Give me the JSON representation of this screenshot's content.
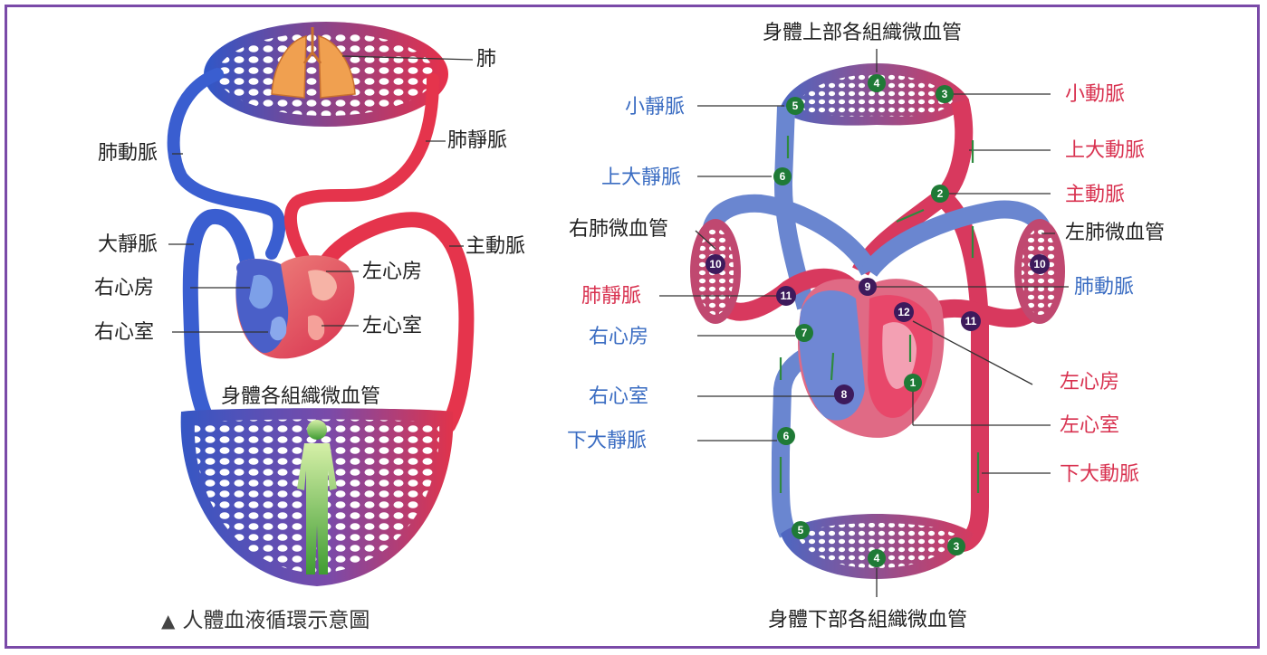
{
  "left_diagram": {
    "labels": {
      "lung": "肺",
      "pulmonary_vein": "肺靜脈",
      "pulmonary_artery": "肺動脈",
      "vena_cava": "大靜脈",
      "aorta": "主動脈",
      "right_atrium": "右心房",
      "left_atrium": "左心房",
      "right_ventricle": "右心室",
      "left_ventricle": "左心室",
      "body_capillaries": "身體各組織微血管"
    },
    "caption_marker": "▲",
    "caption": "人體血液循環示意圖"
  },
  "right_diagram": {
    "labels": {
      "upper_capillaries": "身體上部各組織微血管",
      "lower_capillaries": "身體下部各組織微血管",
      "small_vein": "小靜脈",
      "small_artery": "小動脈",
      "superior_vena_cava": "上大靜脈",
      "ascending_aorta": "上大動脈",
      "aorta": "主動脈",
      "right_lung_capillaries": "右肺微血管",
      "left_lung_capillaries": "左肺微血管",
      "pulmonary_vein": "肺靜脈",
      "pulmonary_artery": "肺動脈",
      "right_atrium": "右心房",
      "right_ventricle": "右心室",
      "left_atrium": "左心房",
      "left_ventricle": "左心室",
      "inferior_vena_cava": "下大靜脈",
      "descending_aorta": "下大動脈"
    },
    "markers": {
      "m1": "1",
      "m2": "2",
      "m3a": "3",
      "m3b": "3",
      "m4a": "4",
      "m4b": "4",
      "m5a": "5",
      "m5b": "5",
      "m6a": "6",
      "m6b": "6",
      "m7": "7",
      "m8": "8",
      "m9": "9",
      "m10a": "10",
      "m10b": "10",
      "m11a": "11",
      "m11b": "11",
      "m12": "12"
    }
  },
  "colors": {
    "frame": "#7a4aa8",
    "artery": "#e2334f",
    "vein": "#3a62c4",
    "marker_green": "#1f7a36",
    "marker_purple": "#3d1a5c",
    "lung": "#f0a050",
    "body": "#6abf4b"
  }
}
